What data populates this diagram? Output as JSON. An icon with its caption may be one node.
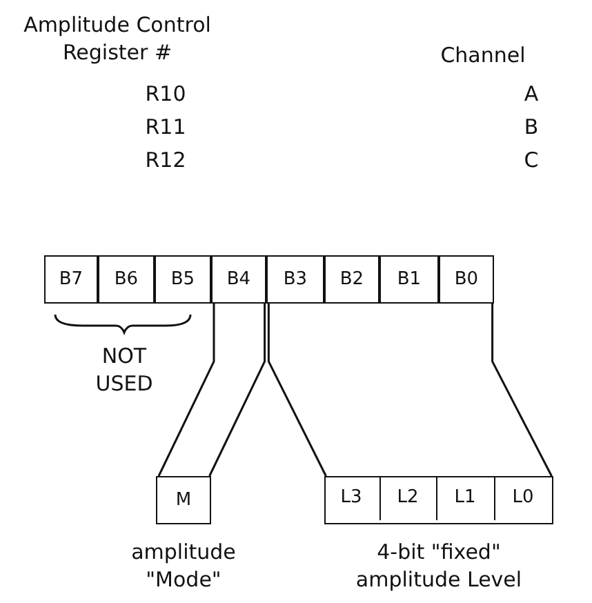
{
  "diagram": {
    "nodes": [
      {
        "text": [
          "B7"
        ]
      },
      {
        "text": [
          "B6"
        ]
      },
      {
        "text": [
          "B5"
        ]
      },
      {
        "text": [
          "B4"
        ]
      },
      {
        "text": [
          "B3"
        ]
      },
      {
        "text": [
          "B2"
        ]
      },
      {
        "text": [
          "B1"
        ]
      },
      {
        "text": [
          "B0"
        ]
      },
      {
        "text": [
          "M"
        ],
        "beside": [
          "amplitude \"Mode\""
        ]
      },
      {
        "text": [],
        "shape": "box",
        "beside": [
          "4-bit \"fixed\" amplitude Level"
        ]
      },
      {
        "text": [
          "L3"
        ],
        "in": 9
      },
      {
        "text": [
          "L2"
        ],
        "in": 9
      },
      {
        "text": [
          "L1"
        ],
        "in": 9
      },
      {
        "text": [
          "L0"
        ],
        "in": 9
      }
    ],
    "edges": [
      {
        "from": 3,
        "to": 8,
        "arrow": "none"
      },
      {
        "from": 3,
        "to": 8,
        "arrow": "none"
      },
      {
        "from": 4,
        "to": 10,
        "arrow": "none"
      },
      {
        "from": 7,
        "to": 13,
        "arrow": "none"
      }
    ],
    "labels": [
      "Amplitude Control Register #",
      "Channel",
      "R10",
      "A",
      "R11",
      "B",
      "R12",
      "C",
      "NOT USED"
    ]
  }
}
